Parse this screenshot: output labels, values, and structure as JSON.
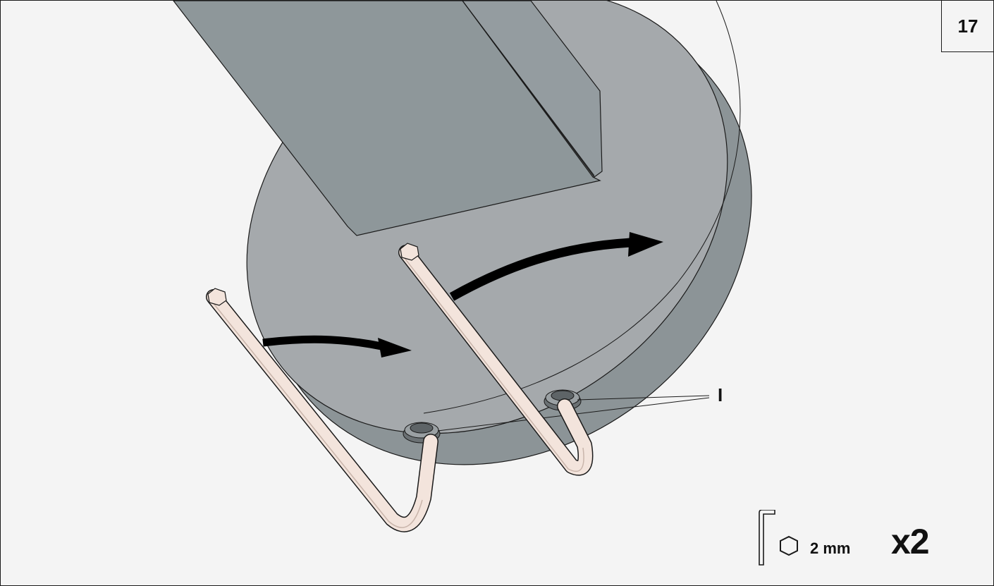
{
  "step": {
    "number": "17"
  },
  "callout": {
    "label": "I"
  },
  "tool": {
    "icon": "hex-key-icon",
    "size": "2 mm",
    "quantity": "x2"
  },
  "colors": {
    "background": "#f4f4f4",
    "base_top": "#a5a9ac",
    "base_side": "#8c9497",
    "column": "#8e979a",
    "hex_key": "#f3e4dc",
    "arrow": "#000000"
  }
}
